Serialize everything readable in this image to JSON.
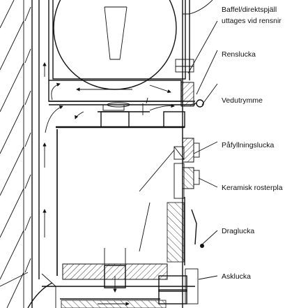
{
  "labels": {
    "baffle_line1": "Baffel/direktspjäll",
    "baffle_line2": "uttages vid rensnir",
    "renslucka": "Renslucka",
    "vedutrymme": "Vedutrymme",
    "pafyllningslucka": "Påfyllningslucka",
    "keramisk": "Keramisk rosterpla",
    "draglucka": "Draglucka",
    "asklucka": "Asklucka"
  }
}
